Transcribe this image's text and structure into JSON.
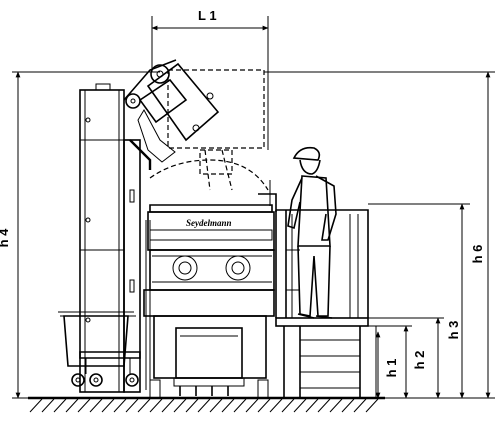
{
  "labels": {
    "l1": "L 1",
    "h1": "h 1",
    "h2": "h 2",
    "h3": "h 3",
    "h4": "h 4",
    "h6": "h 6",
    "brand": "Seydelmann"
  },
  "colors": {
    "line": "#000000",
    "background": "#ffffff"
  }
}
